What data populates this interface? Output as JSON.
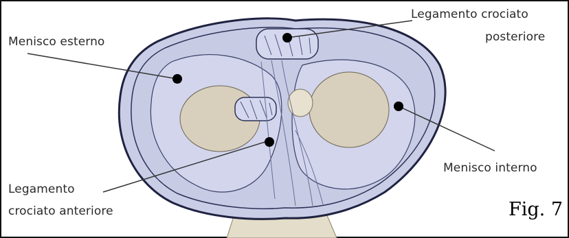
{
  "labels": {
    "menisco_esterno": "Menisco esterno",
    "lca_line1": "Legamento",
    "lca_line2": "crociato anteriore",
    "lcp_line1": "Legamento crociato",
    "lcp_line2": "posteriore",
    "menisco_interno": "Menisco interno"
  },
  "figure_label": "Fig. 7",
  "colors": {
    "meniscus": "#c9cde6",
    "plateau": "#d8d0bd",
    "outline": "#1f2240",
    "background": "#ffffff"
  }
}
